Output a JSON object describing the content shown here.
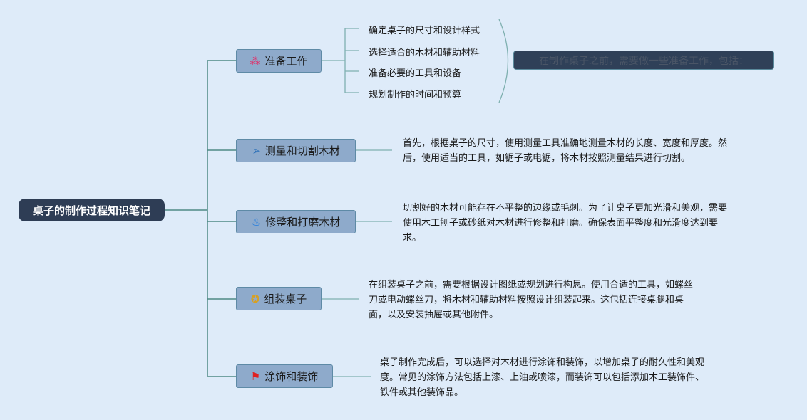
{
  "root": {
    "label": "桌子的制作过程知识笔记"
  },
  "branches": [
    {
      "label": "准备工作",
      "icon": "magic-wand-icon"
    },
    {
      "label": "测量和切割木材",
      "icon": "paper-plane-icon"
    },
    {
      "label": "修整和打磨木材",
      "icon": "flame-icon"
    },
    {
      "label": "组装桌子",
      "icon": "award-icon"
    },
    {
      "label": "涂饰和装饰",
      "icon": "flag-icon"
    }
  ],
  "prep_items": [
    "确定桌子的尺寸和设计样式",
    "选择适合的木材和辅助材料",
    "准备必要的工具和设备",
    "规划制作的时间和预算"
  ],
  "prep_summary": "在制作桌子之前，需要做一些准备工作，包括：",
  "details": {
    "measure": [
      "首先，根据桌子的尺寸，使用测量工具准确地测量木材的长度、宽度和厚度。然",
      "后，使用适当的工具，如锯子或电锯，将木材按照测量结果进行切割。"
    ],
    "sand": [
      "切割好的木材可能存在不平整的边缘或毛刺。为了让桌子更加光滑和美观，需要",
      "使用木工刨子或砂纸对木材进行修整和打磨。确保表面平整度和光滑度达到要",
      "求。"
    ],
    "assemble": [
      "在组装桌子之前，需要根据设计图纸或规划进行构思。使用合适的工具，如螺丝",
      "刀或电动螺丝刀，将木材和辅助材料按照设计组装起来。这包括连接桌腿和桌",
      "面，以及安装抽屉或其他附件。"
    ],
    "finish": [
      "桌子制作完成后，可以选择对木材进行涂饰和装饰，以增加桌子的耐久性和美观",
      "度。常见的涂饰方法包括上漆、上油或喷漆，而装饰可以包括添加木工装饰件、",
      "铁件或其他装饰品。"
    ]
  }
}
